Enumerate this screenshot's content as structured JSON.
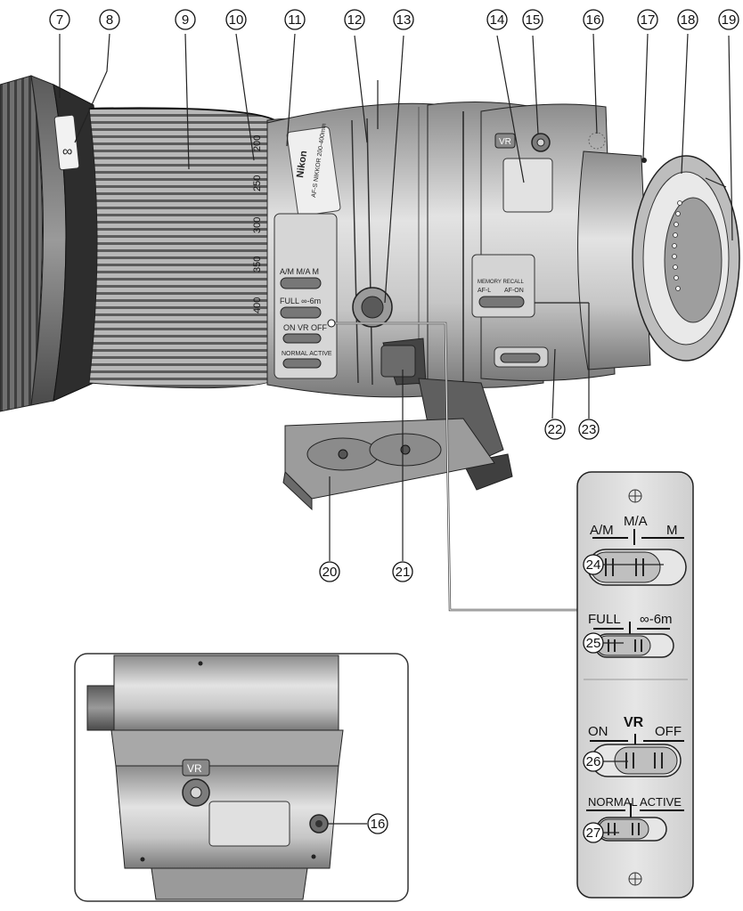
{
  "callouts": [
    "7",
    "8",
    "9",
    "10",
    "11",
    "12",
    "13",
    "14",
    "15",
    "16",
    "17",
    "18",
    "19",
    "20",
    "21",
    "22",
    "23",
    "24",
    "25",
    "26",
    "27"
  ],
  "inset_callout": "16",
  "focal_scale": [
    "200",
    "250",
    "300",
    "350",
    "400"
  ],
  "lens_body": {
    "brand": "Nikon",
    "model": "AF-S NIKKOR 200-400mm",
    "vr_badge": "VR",
    "memory_recall": "MEMORY RECALL",
    "af_l": "AF-L",
    "af_on": "AF-ON"
  },
  "switch_panel": {
    "focus_mode": {
      "left": "A/M",
      "mid": "M/A",
      "right": "M"
    },
    "focus_limit": {
      "left": "FULL",
      "right": "∞-6m"
    },
    "vr": {
      "left": "ON",
      "mid": "VR",
      "right": "OFF"
    },
    "vr_mode": {
      "left": "NORMAL",
      "right": "ACTIVE"
    }
  },
  "inset": {
    "vr_badge": "VR"
  },
  "colors": {
    "line": "#1a1a1a",
    "lens_mid": "#bdbdbd",
    "lens_dark": "#6a6a6a",
    "panel": "#dcdcdc"
  }
}
